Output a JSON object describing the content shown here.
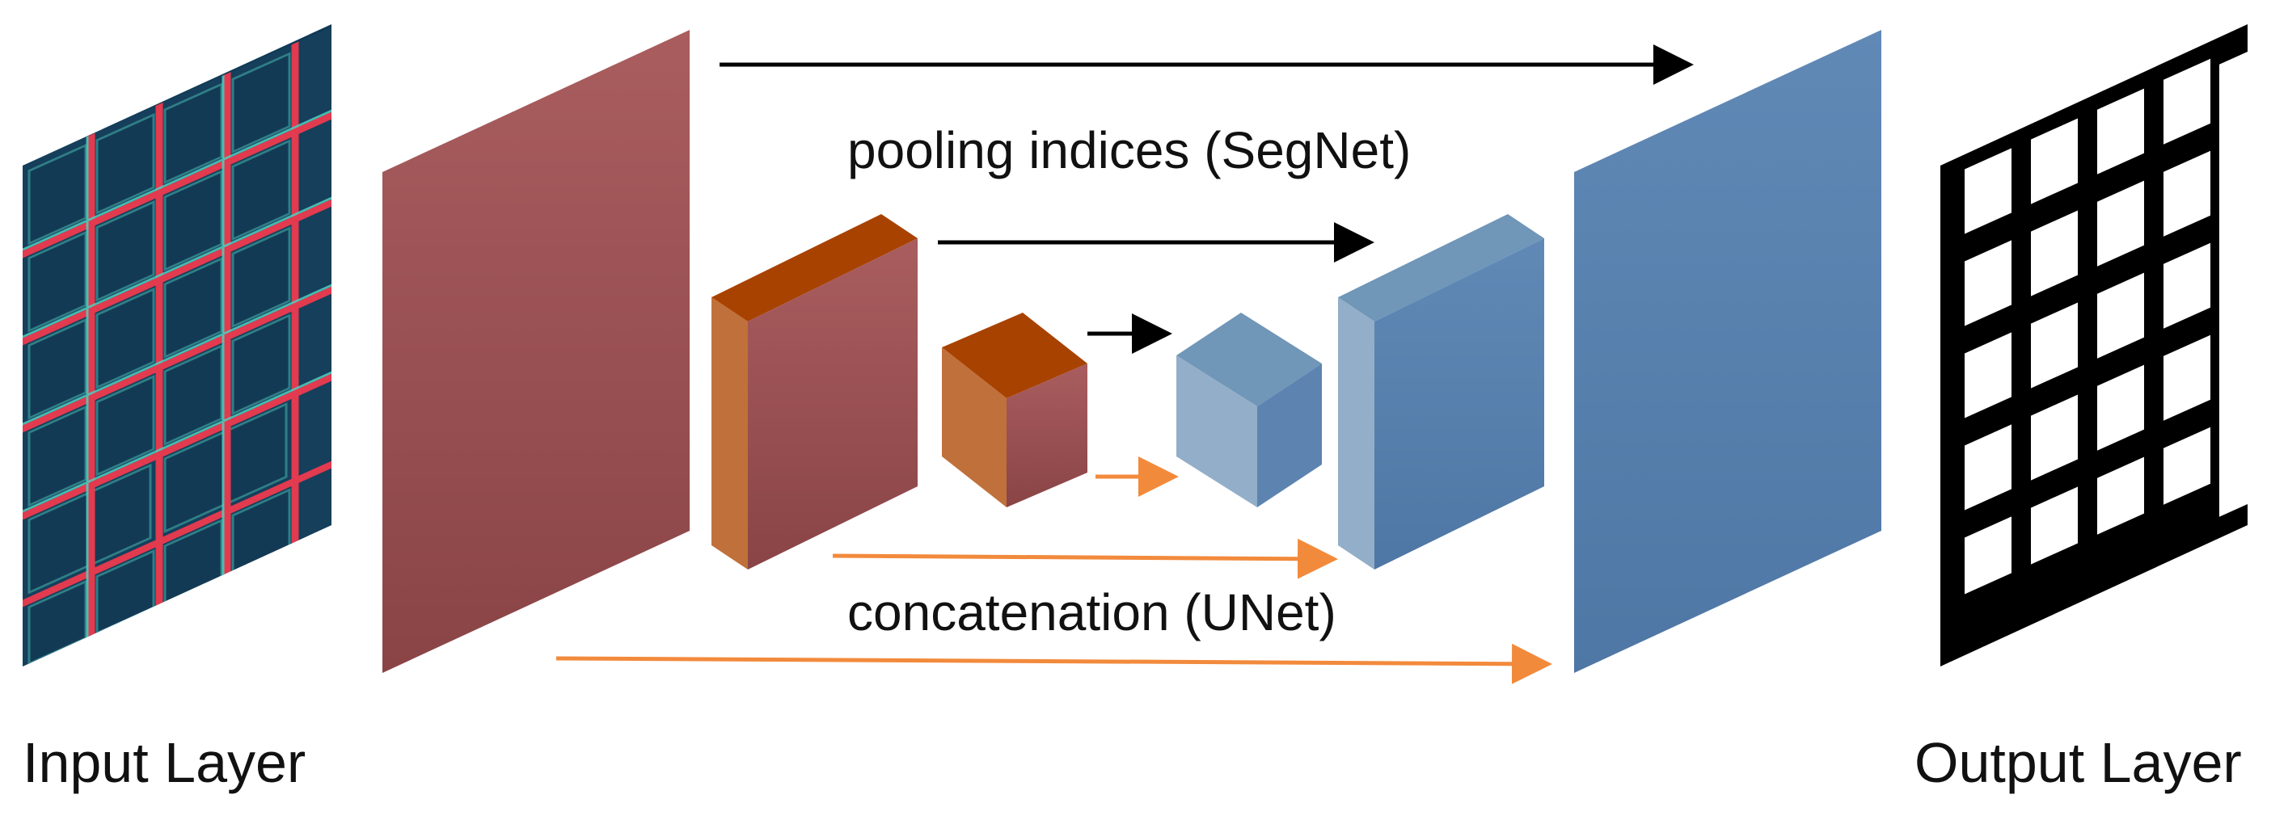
{
  "labels": {
    "input_layer": "Input Layer",
    "output_layer": "Output Layer",
    "pooling": "pooling indices (SegNet)",
    "concat": "concatenation (UNet)"
  },
  "colors": {
    "encoder_face": "#a0585a",
    "encoder_side": "#c0703a",
    "encoder_top": "#a84200",
    "decoder_face": "#5a82b0",
    "decoder_side": "#93aec8",
    "decoder_top": "#7096b8",
    "pooling_arrow": "#000000",
    "concat_arrow": "#f28a3c",
    "input_bg": "#0f3a55",
    "input_red": "#e23a4e",
    "input_cyan": "#4fd1c1"
  },
  "icons": {
    "input": "input-image-icon",
    "output": "segmentation-mask-icon"
  }
}
